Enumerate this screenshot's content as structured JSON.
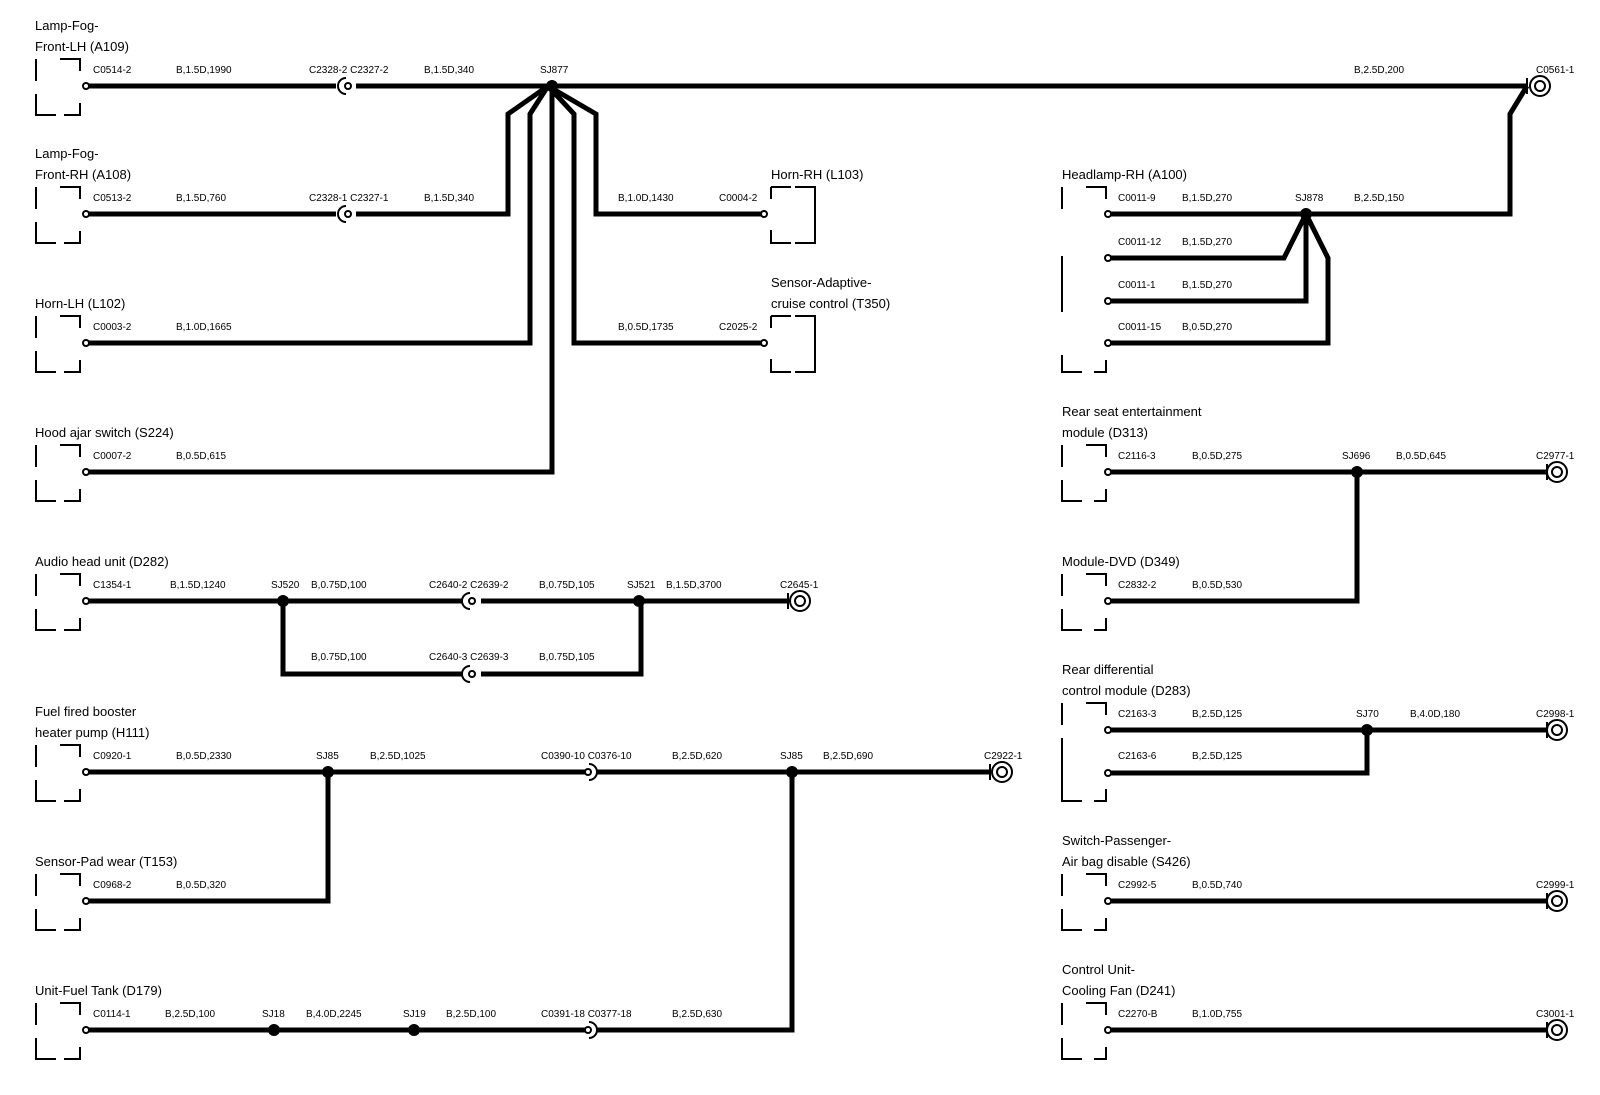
{
  "components": {
    "a109": [
      "Lamp-Fog-",
      "Front-LH (A109)"
    ],
    "a108": [
      "Lamp-Fog-",
      "Front-RH (A108)"
    ],
    "l102": [
      "Horn-LH (L102)"
    ],
    "s224": [
      "Hood ajar switch (S224)"
    ],
    "d282": [
      "Audio head unit (D282)"
    ],
    "h111": [
      "Fuel fired booster",
      "heater pump (H111)"
    ],
    "t153": [
      "Sensor-Pad wear (T153)"
    ],
    "d179": [
      "Unit-Fuel Tank (D179)"
    ],
    "l103": [
      "Horn-RH (L103)"
    ],
    "t350": [
      "Sensor-Adaptive-",
      "cruise control (T350)"
    ],
    "a100": [
      "Headlamp-RH (A100)"
    ],
    "d313": [
      "Rear seat entertainment",
      "module (D313)"
    ],
    "d349": [
      "Module-DVD (D349)"
    ],
    "d283": [
      "Rear differential",
      "control module (D283)"
    ],
    "s426": [
      "Switch-Passenger-",
      "Air bag disable (S426)"
    ],
    "d241": [
      "Control Unit-",
      "Cooling Fan (D241)"
    ]
  },
  "labels": {
    "r1": [
      "C0514-2",
      "B,1.5D,1990",
      "C2328-2 C2327-2",
      "B,1.5D,340",
      "SJ877",
      "B,2.5D,200",
      "C0561-1"
    ],
    "r2": [
      "C0513-2",
      "B,1.5D,760",
      "C2328-1 C2327-1",
      "B,1.5D,340",
      "B,1.0D,1430",
      "C0004-2"
    ],
    "r3": [
      "C0003-2",
      "B,1.0D,1665",
      "B,0.5D,1735",
      "C2025-2"
    ],
    "r4": [
      "C0007-2",
      "B,0.5D,615"
    ],
    "r5": [
      "C1354-1",
      "B,1.5D,1240",
      "SJ520",
      "B,0.75D,100",
      "C2640-2 C2639-2",
      "B,0.75D,105",
      "SJ521",
      "B,1.5D,3700",
      "C2645-1"
    ],
    "r5b": [
      "B,0.75D,100",
      "C2640-3 C2639-3",
      "B,0.75D,105"
    ],
    "r6": [
      "C0920-1",
      "B,0.5D,2330",
      "SJ85",
      "B,2.5D,1025",
      "C0390-10 C0376-10",
      "B,2.5D,620",
      "SJ85",
      "B,2.5D,690",
      "C2922-1"
    ],
    "r7": [
      "C0968-2",
      "B,0.5D,320"
    ],
    "r8": [
      "C0114-1",
      "B,2.5D,100",
      "SJ18",
      "B,4.0D,2245",
      "SJ19",
      "B,2.5D,100",
      "C0391-18 C0377-18",
      "B,2.5D,630"
    ],
    "h1": [
      "C0011-9",
      "B,1.5D,270",
      "SJ878",
      "B,2.5D,150"
    ],
    "h2": [
      "C0011-12",
      "B,1.5D,270"
    ],
    "h3": [
      "C0011-1",
      "B,1.5D,270"
    ],
    "h4": [
      "C0011-15",
      "B,0.5D,270"
    ],
    "m1": [
      "C2116-3",
      "B,0.5D,275",
      "SJ696",
      "B,0.5D,645",
      "C2977-1"
    ],
    "m2": [
      "C2832-2",
      "B,0.5D,530"
    ],
    "d1": [
      "C2163-3",
      "B,2.5D,125",
      "SJ70",
      "B,4.0D,180",
      "C2998-1"
    ],
    "d2": [
      "C2163-6",
      "B,2.5D,125"
    ],
    "s1": [
      "C2992-5",
      "B,0.5D,740",
      "C2999-1"
    ],
    "c1": [
      "C2270-B",
      "B,1.0D,755",
      "C3001-1"
    ]
  }
}
